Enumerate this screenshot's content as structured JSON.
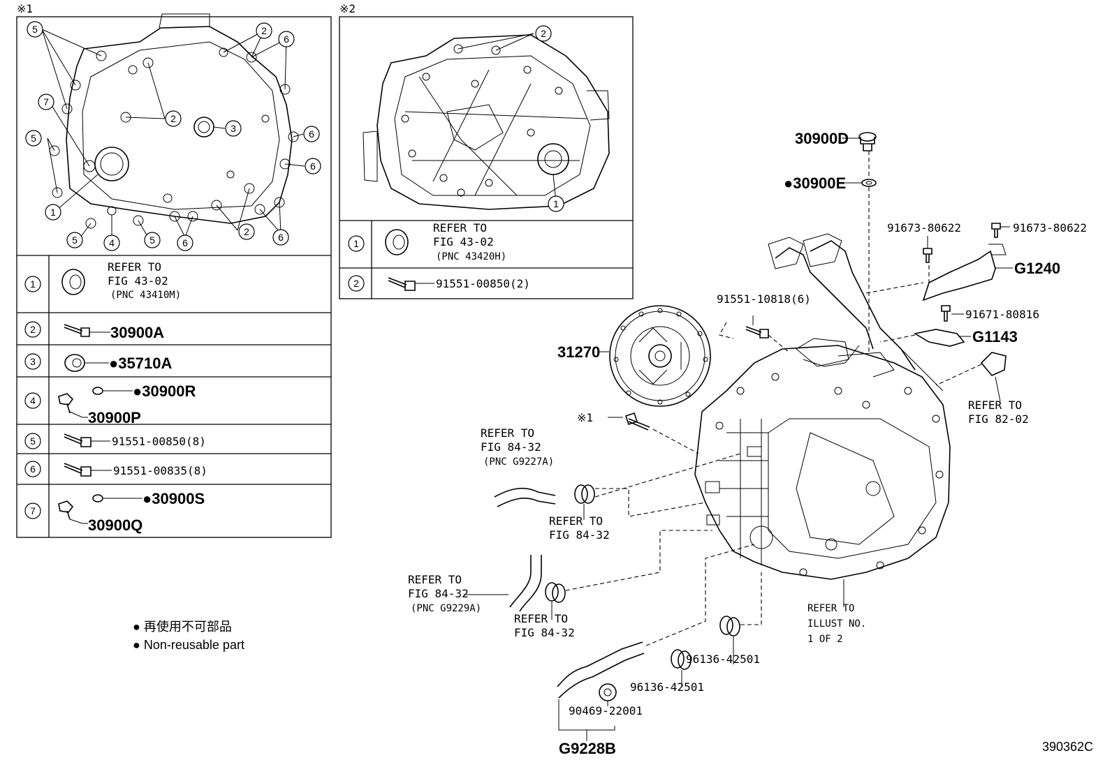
{
  "frames": {
    "left_mark": "※1",
    "right_mark": "※2"
  },
  "left_table": {
    "r1": {
      "num": "1",
      "line1": "REFER TO",
      "line2": "FIG 43-02",
      "line3": "(PNC 43410M)"
    },
    "r2": {
      "num": "2",
      "part": "30900A"
    },
    "r3": {
      "num": "3",
      "part": "●35710A"
    },
    "r4": {
      "num": "4",
      "part_a": "●30900R",
      "part_b": "30900P"
    },
    "r5": {
      "num": "5",
      "part": "91551-00850(8)"
    },
    "r6": {
      "num": "6",
      "part": "91551-00835(8)"
    },
    "r7": {
      "num": "7",
      "part_a": "●30900S",
      "part_b": "30900Q"
    }
  },
  "right_table": {
    "r1": {
      "num": "1",
      "line1": "REFER TO",
      "line2": "FIG 43-02",
      "line3": "(PNC 43420H)"
    },
    "r2": {
      "num": "2",
      "part": "91551-00850(2)"
    }
  },
  "left_callouts": [
    "5",
    "2",
    "6",
    "7",
    "2",
    "3",
    "5",
    "6",
    "6",
    "1",
    "5",
    "4",
    "5",
    "6",
    "2",
    "6"
  ],
  "right_callouts": [
    "2",
    "1"
  ],
  "main_labels": {
    "p30900D": "30900D",
    "p30900E": "●30900E",
    "p91673a": "91673-80622",
    "p91673b": "91673-80622",
    "pG1240": "G1240",
    "p91551": "91551-10818(6)",
    "p91671": "91671-80816",
    "pG1143": "G1143",
    "p31270": "31270",
    "mark1": "※1",
    "ref82_1": "REFER TO",
    "ref82_2": "FIG 82-02",
    "ref84a_1": "REFER TO",
    "ref84a_2": "FIG 84-32",
    "ref84a_3": "(PNC G9227A)",
    "ref84b_1": "REFER TO",
    "ref84b_2": "FIG 84-32",
    "ref84c_1": "REFER TO",
    "ref84c_2": "FIG 84-32",
    "ref84c_3": "(PNC G9229A)",
    "ref84d_1": "REFER TO",
    "ref84d_2": "FIG 84-32",
    "illust_1": "REFER TO",
    "illust_2": "ILLUST NO.",
    "illust_3": "1 OF 2",
    "p96136a": "96136-42501",
    "p96136b": "96136-42501",
    "p90469": "90469-22001",
    "pG9228B": "G9228B"
  },
  "legend": {
    "jp": "● 再使用不可部品",
    "en": "● Non-reusable part"
  },
  "footer": {
    "code": "390362C"
  }
}
